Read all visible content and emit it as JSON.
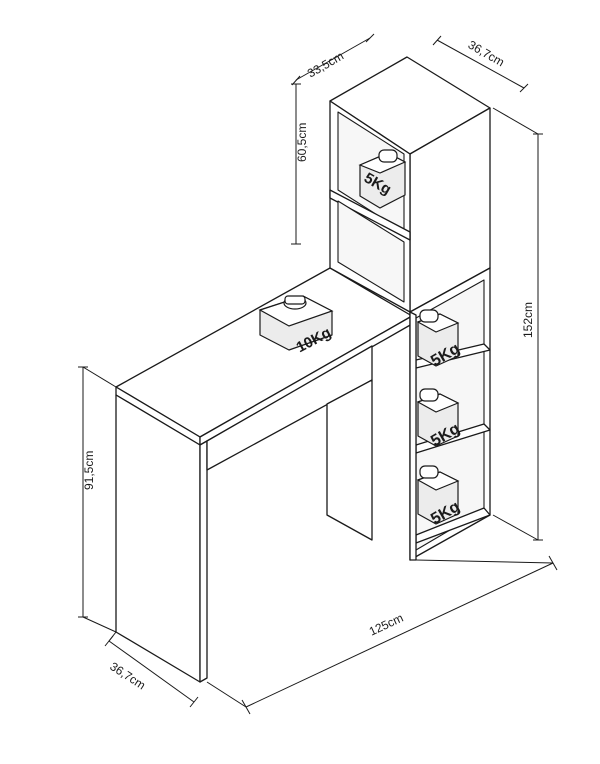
{
  "dimensions": {
    "cabinet_depth": "33,5cm",
    "cabinet_width": "36,7cm",
    "cabinet_height": "60,5cm",
    "total_height": "152cm",
    "desk_height": "91,5cm",
    "desk_depth": "36,7cm",
    "total_width": "125cm"
  },
  "weights": {
    "desktop": "10Kg",
    "cabinet_shelf": "5Kg",
    "shelf_1": "5Kg",
    "shelf_2": "5Kg",
    "shelf_3": "5Kg"
  }
}
